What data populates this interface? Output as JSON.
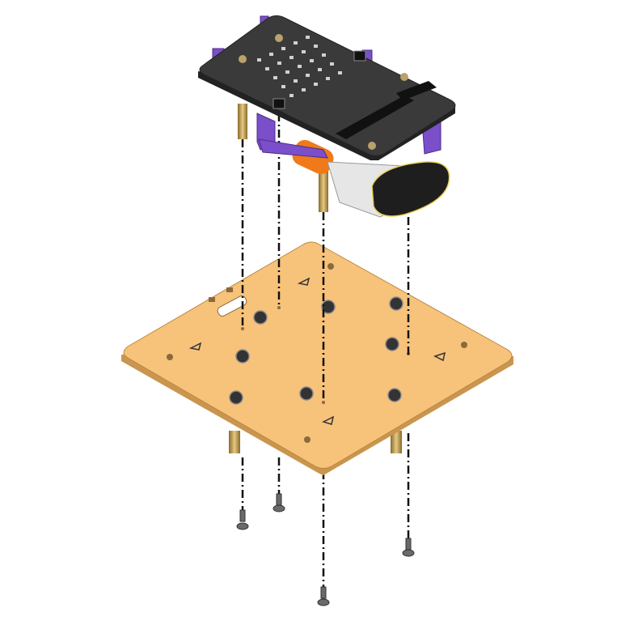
{
  "colors": {
    "background": "#ffffff",
    "base_plate": "#f7c27a",
    "base_plate_edge": "#c9954f",
    "controller_board": "#3a3a3a",
    "led": "#d0d0d0",
    "bracket": "#7b4fc9",
    "standoff": "#c8a45a",
    "battery_body": "#e6e6e6",
    "battery_cap": "#1e1e1e",
    "battery_wrap": "#f07a1a",
    "guide_line": "#111111",
    "screw": "#6a6a6a"
  },
  "icons": [
    "base-plate",
    "controller-board",
    "battery",
    "standoff",
    "screw",
    "nut",
    "assembly-guide-line"
  ]
}
